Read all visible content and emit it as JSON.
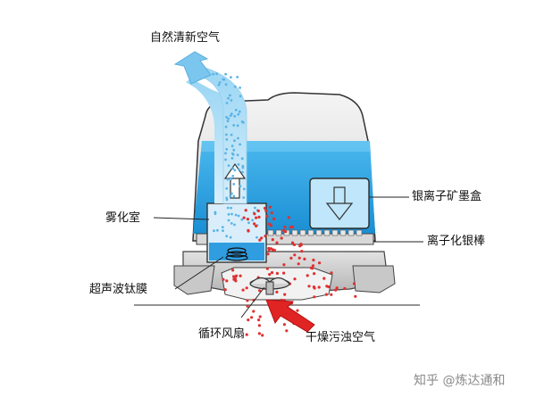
{
  "diagram": {
    "labels": {
      "fresh_air": "自然清新空气",
      "mineral_box": "银离子矿墨盒",
      "mist_chamber": "雾化室",
      "ion_rod": "离子化银棒",
      "titanium_membrane": "超声波钛膜",
      "circulation_fan": "循环风扇",
      "dry_air": "干燥污浊空气"
    },
    "watermark": "知乎 @炼达通和",
    "colors": {
      "water": "#1fa0e0",
      "water_light": "#5cc0f0",
      "housing": "#e4e4e4",
      "base": "#cfcfcf",
      "dirty_particles": "#e03030",
      "clean_particles": "#5ab4e6",
      "fan_arrow": "#e02020",
      "flow_arrow": "#7ac6ee"
    }
  }
}
